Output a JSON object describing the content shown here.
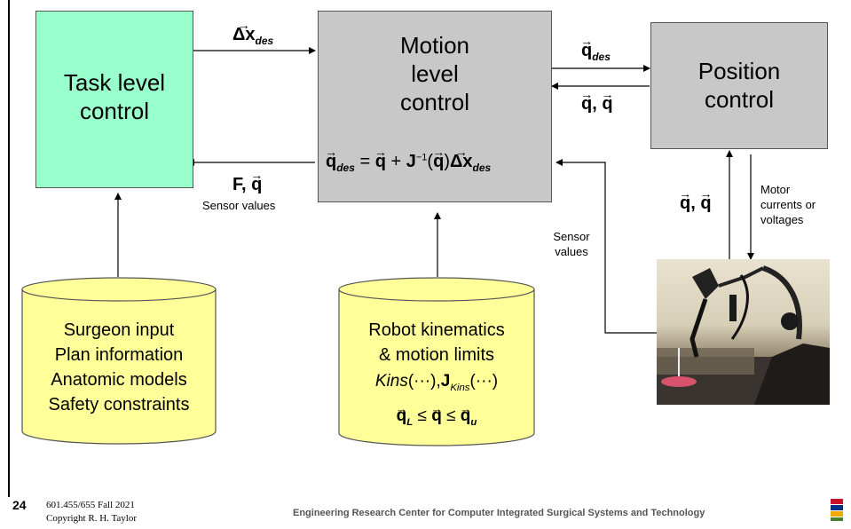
{
  "blocks": {
    "task": [
      "Task level",
      "control"
    ],
    "motion": [
      "Motion",
      "level",
      "control"
    ],
    "position": [
      "Position",
      "control"
    ]
  },
  "formula": {
    "q": "q",
    "sub_des": "des",
    "eq": "=",
    "plus": "+",
    "J": "J",
    "inv": "−1",
    "paren_q": "(",
    "paren_close": ")",
    "delta_x": "Δx"
  },
  "labels": {
    "delta_x_des_sym": "Δx",
    "des": "des",
    "F": "F",
    "comma": ",",
    "sensor_values_left": "Sensor values",
    "sensor_values_right_1": "Sensor",
    "sensor_values_right_2": "values",
    "motor_1": "Motor",
    "motor_2": "currents or",
    "motor_3": "voltages"
  },
  "databases": {
    "surgeon": [
      "Surgeon input",
      "Plan information",
      "Anatomic models",
      "Safety constraints"
    ],
    "robot": [
      "Robot kinematics",
      "& motion limits"
    ],
    "robot_kins": "Kins",
    "robot_dots": "(···)",
    "robot_J": "J",
    "robot_L": "L",
    "robot_u": "u",
    "robot_le": "≤"
  },
  "footer": {
    "slide_number": "24",
    "course": "601.455/655 Fall 2021",
    "copyright": "Copyright R. H. Taylor",
    "center": "Engineering Research Center for Computer Integrated Surgical Systems and Technology"
  },
  "colors": {
    "task_fill": "#99ffcc",
    "motion_fill": "#c8c8c8",
    "position_fill": "#c8c8c8",
    "db_fill": "#ffff99"
  }
}
